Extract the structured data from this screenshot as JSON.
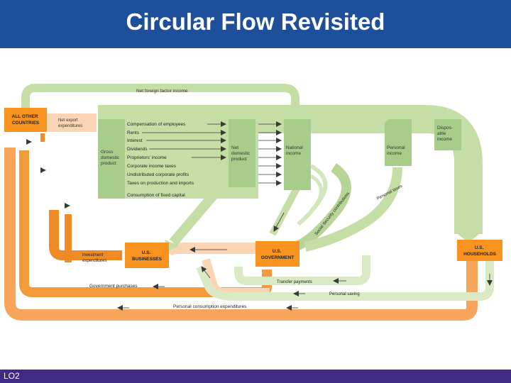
{
  "title": "Circular Flow Revisited",
  "footer": {
    "label": "LO2"
  },
  "diagram": {
    "nodes": {
      "all_other_countries": [
        "ALL OTHER",
        "COUNTRIES"
      ],
      "us_businesses": [
        "U.S.",
        "BUSINESSES"
      ],
      "us_government": [
        "U.S.",
        "GOVERNMENT"
      ],
      "us_households": [
        "U.S.",
        "HOUSEHOLDS"
      ]
    },
    "columns": {
      "gdp": [
        "Gross",
        "domestic",
        "product"
      ],
      "ndp": [
        "Net",
        "domestic",
        "product"
      ],
      "national_income": [
        "National",
        "income"
      ],
      "personal_income": [
        "Personal",
        "income"
      ],
      "disposable_income": [
        "Dispos-",
        "able",
        "income"
      ]
    },
    "components": [
      "Compensation of employees",
      "Rents",
      "Interest",
      "Dividends",
      "Proprietors' income",
      "Corporate income taxes",
      "Undistributed corporate profits",
      "Taxes on production and imports",
      "Consumption of fixed capital"
    ],
    "flows": {
      "net_foreign_factor_income": "Net foreign factor income",
      "net_export_expenditures": [
        "Net export",
        "expenditures"
      ],
      "investment_expenditures": [
        "Investment",
        "expenditures"
      ],
      "government_purchases": "Government purchases",
      "personal_consumption": "Personal consumption expenditures",
      "transfer_payments": "Transfer payments",
      "personal_saving": "Personal saving",
      "personal_taxes": "Personal taxes",
      "social_security_contributions": "Social Security contributions"
    },
    "colors": {
      "green_flow": "#c5dea6",
      "green_box": "#a8cc8a",
      "orange_dark": "#f0901e",
      "orange_mid": "#f6b26b",
      "orange_light": "#fbd5b3",
      "node_fill": "#f7931e",
      "title_bar": "#1e4f9a",
      "footer_bar": "#3f2a86"
    }
  }
}
